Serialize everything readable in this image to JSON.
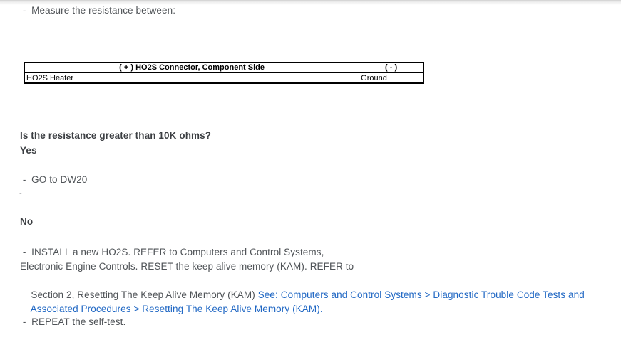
{
  "content": {
    "measure_line": " -  Measure the resistance between:",
    "question": "Is the resistance greater than 10K ohms?",
    "yes_label": "Yes",
    "yes_action": " -  GO to DW20",
    "stray_mark": "-",
    "no_label": "No",
    "no_paragraph": {
      "l1": " -  INSTALL a new HO2S. REFER to Computers and Control Systems,",
      "l2": "Electronic Engine Controls. RESET the keep alive memory (KAM). REFER to",
      "l3_text": "Section 2, Resetting The Keep Alive Memory (KAM) ",
      "l3_link": "See: Computers and Control Systems > Diagnostic Trouble Code Tests and",
      "l4_link": "Associated Procedures > Resetting The Keep Alive Memory (KAM)."
    },
    "repeat_line": " -  REPEAT the self-test."
  },
  "table": {
    "headers": [
      "( + ) HO2S Connector, Component Side",
      "( - )"
    ],
    "rows": [
      [
        "HO2S Heater",
        "Ground"
      ]
    ]
  },
  "colors": {
    "link_blue": "#2168c4",
    "body_text": "#4f5357",
    "heading_text": "#3b3e42",
    "table_border": "#000000",
    "background": "#ffffff"
  }
}
